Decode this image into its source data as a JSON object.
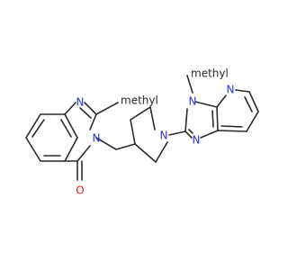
{
  "molecule": {
    "atom_colors": {
      "N": "#3030e8",
      "O": "#e02020",
      "C": "#2b2b2b"
    },
    "labels": {
      "n_quinazoline_top": "N",
      "n_quinazoline_ring": "N",
      "o_carbonyl": "O",
      "n_piperidine": "N",
      "n_imidazole_methyl": "N",
      "n_imidazole": "N",
      "n_pyridine": "N",
      "methyl_imidazole": "methyl",
      "methyl_quinazoline": "methyl"
    }
  }
}
